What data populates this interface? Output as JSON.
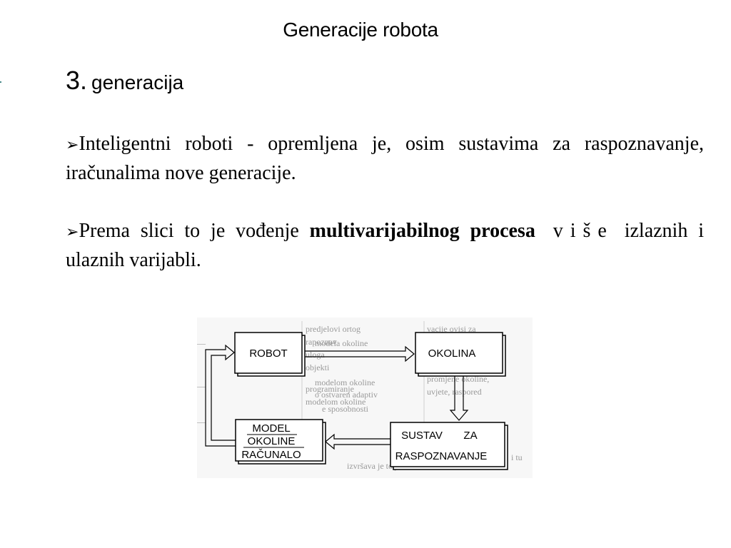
{
  "slide": {
    "title": "Generacije robota",
    "subtitle_number": "3.",
    "subtitle_word": "generacija"
  },
  "bullets": [
    {
      "marker": "➢",
      "text": "Inteligentni roboti - opremljena je, osim sustavima za raspoznavanje, iračunalima nove generacije."
    },
    {
      "marker": "➢",
      "text_before": "Prema slici to je vođenje ",
      "bold": "multivarijabilnog procesa",
      "spaced": " više",
      "text_after": " izlaznih i ulaznih varijabli."
    }
  ],
  "diagram": {
    "blocks": {
      "robot": "ROBOT",
      "okolina": "OKOLINA",
      "model_line1": "MODEL",
      "model_line2": "OKOLINE",
      "model_line3": "RAČUNALO",
      "sustav_line1_a": "SUSTAV",
      "sustav_line1_b": "ZA",
      "sustav_line2": "RASPOZNAVANJE"
    }
  }
}
